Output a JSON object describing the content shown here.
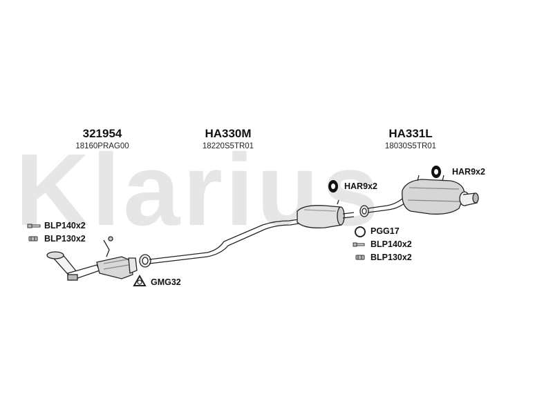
{
  "watermark": "Klarius",
  "parts": [
    {
      "part_no": "321954",
      "oem_no": "18160PRAG00"
    },
    {
      "part_no": "HA330M",
      "oem_no": "18220S5TR01"
    },
    {
      "part_no": "HA331L",
      "oem_no": "18030S5TR01"
    }
  ],
  "accessories": {
    "blp140_left": "BLP140x2",
    "blp130_left": "BLP130x2",
    "gmg32": "GMG32",
    "har9_mid": "HAR9x2",
    "har9_right": "HAR9x2",
    "pgg17": "PGG17",
    "blp140_right": "BLP140x2",
    "blp130_right": "BLP130x2"
  },
  "icons": [
    "bolt-icon",
    "nut-icon",
    "gasket-icon",
    "rubber-hanger-icon",
    "pipe-clamp-icon"
  ]
}
